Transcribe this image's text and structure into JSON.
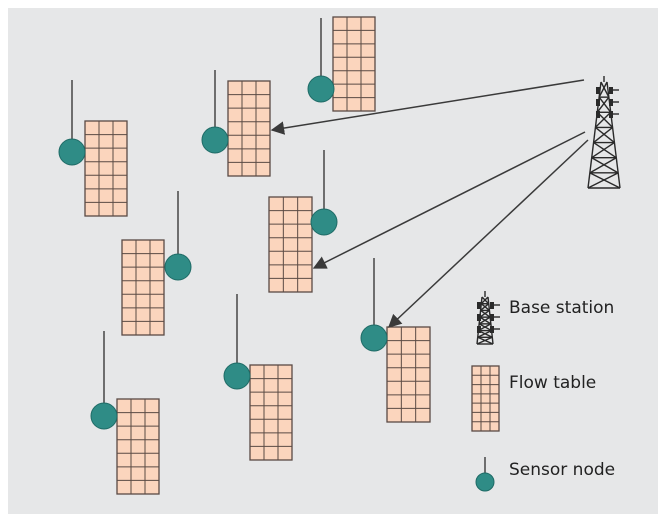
{
  "legend": {
    "base_station": "Base station",
    "flow_table": "Flow table",
    "sensor_node": "Sensor node"
  },
  "colors": {
    "panel": "#e6e7e8",
    "flow_table_fill": "#fbd5bd",
    "flow_table_stroke": "#5a4a44",
    "sensor_fill": "#2f8c86",
    "line": "#3a3a3a"
  },
  "icons": [
    "base-station-tower-icon",
    "flow-table-icon",
    "sensor-node-icon"
  ]
}
